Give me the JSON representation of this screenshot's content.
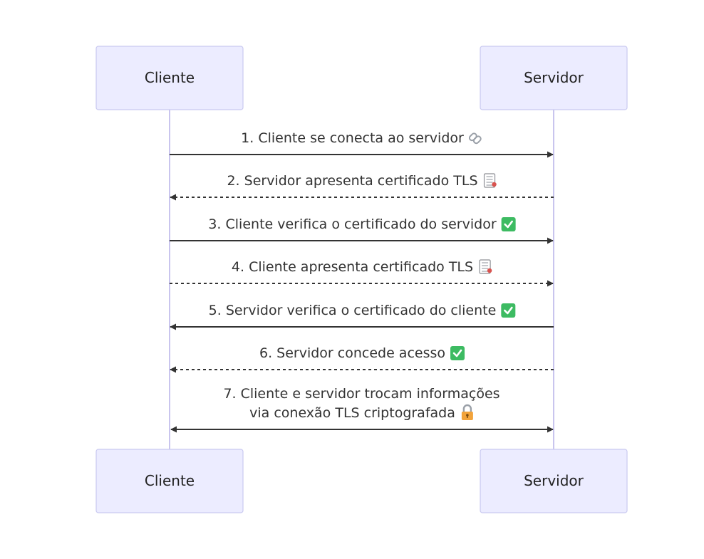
{
  "participants": {
    "client": {
      "label": "Cliente"
    },
    "server": {
      "label": "Servidor"
    }
  },
  "messages": [
    {
      "lines": [
        "1. Cliente se conecta ao servidor"
      ],
      "icon": "link-icon",
      "from": "client",
      "to": "server",
      "style": "solid",
      "arrows": "end"
    },
    {
      "lines": [
        "2. Servidor apresenta certificado TLS"
      ],
      "icon": "document-icon",
      "from": "server",
      "to": "client",
      "style": "dashed",
      "arrows": "end"
    },
    {
      "lines": [
        "3. Cliente verifica o certificado do servidor"
      ],
      "icon": "check-icon",
      "from": "client",
      "to": "server",
      "style": "solid",
      "arrows": "end"
    },
    {
      "lines": [
        "4. Cliente apresenta certificado TLS"
      ],
      "icon": "document-icon",
      "from": "client",
      "to": "server",
      "style": "dashed",
      "arrows": "end"
    },
    {
      "lines": [
        "5. Servidor verifica o certificado do cliente"
      ],
      "icon": "check-icon",
      "from": "server",
      "to": "client",
      "style": "solid",
      "arrows": "end"
    },
    {
      "lines": [
        "6. Servidor concede acesso"
      ],
      "icon": "check-icon",
      "from": "server",
      "to": "client",
      "style": "dashed",
      "arrows": "end"
    },
    {
      "lines": [
        "7. Cliente e servidor trocam informações",
        "via conexão TLS criptografada"
      ],
      "icon": "lock-icon",
      "from": "client",
      "to": "server",
      "style": "solid",
      "arrows": "both"
    }
  ],
  "colors": {
    "actor_fill": "#ececff",
    "actor_border": "#c9c9f0",
    "lifeline": "#c9c5ee",
    "arrow": "#333333",
    "check": "#3dbb62",
    "lock": "#f2a33a",
    "link": "#9aa0a8"
  }
}
